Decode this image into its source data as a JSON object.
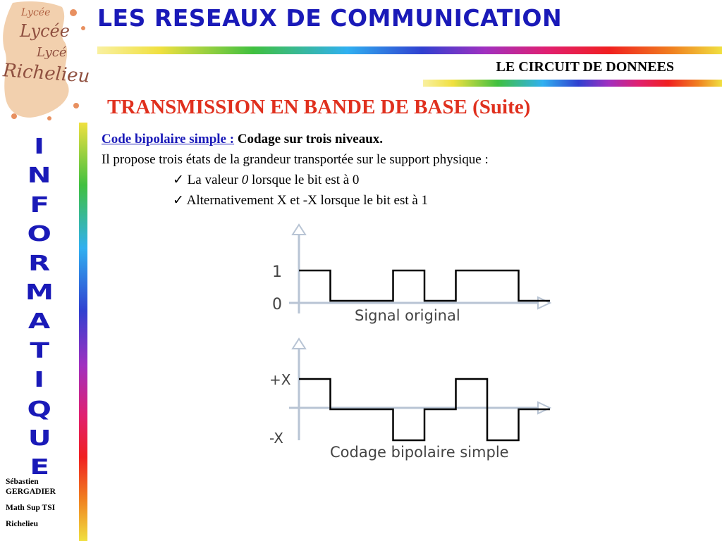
{
  "header": {
    "title": "LES RESEAUX DE COMMUNICATION",
    "section_label": "LE CIRCUIT DE DONNEES"
  },
  "logo": {
    "line1": "Lycée",
    "line2": "Lycée",
    "line3": "Lycé",
    "line4": "Richelieu"
  },
  "sidebar": {
    "vertical_letters": [
      "I",
      "N",
      "F",
      "O",
      "R",
      "M",
      "A",
      "T",
      "I",
      "Q",
      "U",
      "E"
    ],
    "author_line1": "Sébastien",
    "author_line2": "GERGADIER",
    "class_line": "Math Sup TSI",
    "school_line": "Richelieu"
  },
  "slide": {
    "title": "TRANSMISSION EN BANDE DE BASE (Suite)",
    "lead_key": "Code bipolaire simple :",
    "lead_value": " Codage sur trois niveaux.",
    "intro": "Il propose trois états de la grandeur transportée sur le support physique :",
    "checkmark": "✓",
    "item1_pre": " La valeur ",
    "item1_em": "0",
    "item1_post": " lorsque le bit est à 0",
    "item2": " Alternativement X et -X lorsque le bit est à 1"
  },
  "figure": {
    "top_chart": {
      "caption": "Signal original",
      "y_labels": [
        "1",
        "0"
      ],
      "bits": [
        1,
        0,
        0,
        1,
        0,
        1,
        1,
        0
      ]
    },
    "bottom_chart": {
      "caption": "Codage bipolaire simple",
      "y_labels": [
        "+X",
        "-X"
      ],
      "levels": [
        1,
        0,
        0,
        -1,
        0,
        1,
        -1,
        0
      ]
    },
    "colors": {
      "axis": "#b8c4d4",
      "signal": "#000000",
      "label": "#444444"
    }
  }
}
